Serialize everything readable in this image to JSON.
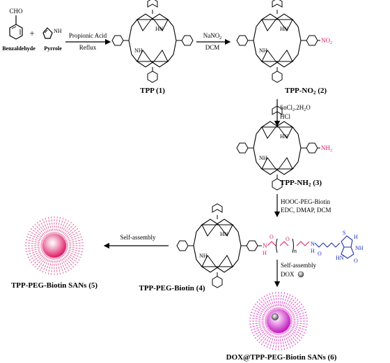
{
  "reagents": {
    "benzaldehyde_group": "CHO",
    "benzaldehyde": "Benzaldehyde",
    "plus": "+",
    "pyrrole_nh": "NH",
    "pyrrole": "Pyrrole"
  },
  "steps": {
    "s1_top": "Propionic Acid",
    "s1_bottom": "Reflux",
    "s2_top": "NaNO",
    "s2_top_sub": "2",
    "s2_bottom": "DCM",
    "s3_top": "SnCl",
    "s3_top_sub": "2",
    "s3_top_rest": ".2H",
    "s3_top_sub2": "2",
    "s3_top_rest2": "O",
    "s3_bottom": "HCl",
    "s4_line1": "HOOC-PEG-Biotin",
    "s4_line2": "EDC, DMAP, DCM",
    "s5": "Self-assembly",
    "s6_line1": "Self-assembly",
    "s6_line2": "DOX"
  },
  "compounds": {
    "tpp": "TPP (1)",
    "tpp_no2_a": "TPP-NO",
    "tpp_no2_sub": "2",
    "tpp_no2_b": " (2)",
    "tpp_nh2_a": "TPP-NH",
    "tpp_nh2_sub": "2",
    "tpp_nh2_b": " (3)",
    "tpp_peg_biotin": "TPP-PEG-Biotin (4)",
    "sans": "TPP-PEG-Biotin SANs (5)",
    "dox_sans": "DOX@TPP-PEG-Biotin SANs (6)"
  },
  "atoms": {
    "nh": "NH",
    "hn": "HN",
    "no2_a": "NO",
    "no2_sub": "2",
    "nh2_a": "NH",
    "nh2_sub": "2",
    "n_amide": "N",
    "h_amide": "H",
    "o": "O",
    "n_sub": "n",
    "s": "S",
    "nh_biotin": "NH",
    "hn_biotin": "HN",
    "h": "H"
  },
  "colors": {
    "nitro": "#e0206a",
    "amine": "#e0206a",
    "linker_red": "#e0206a",
    "linker_blue": "#1f2fb5",
    "particle": "#e050c8",
    "particle_spikes": "#e06aa0"
  }
}
